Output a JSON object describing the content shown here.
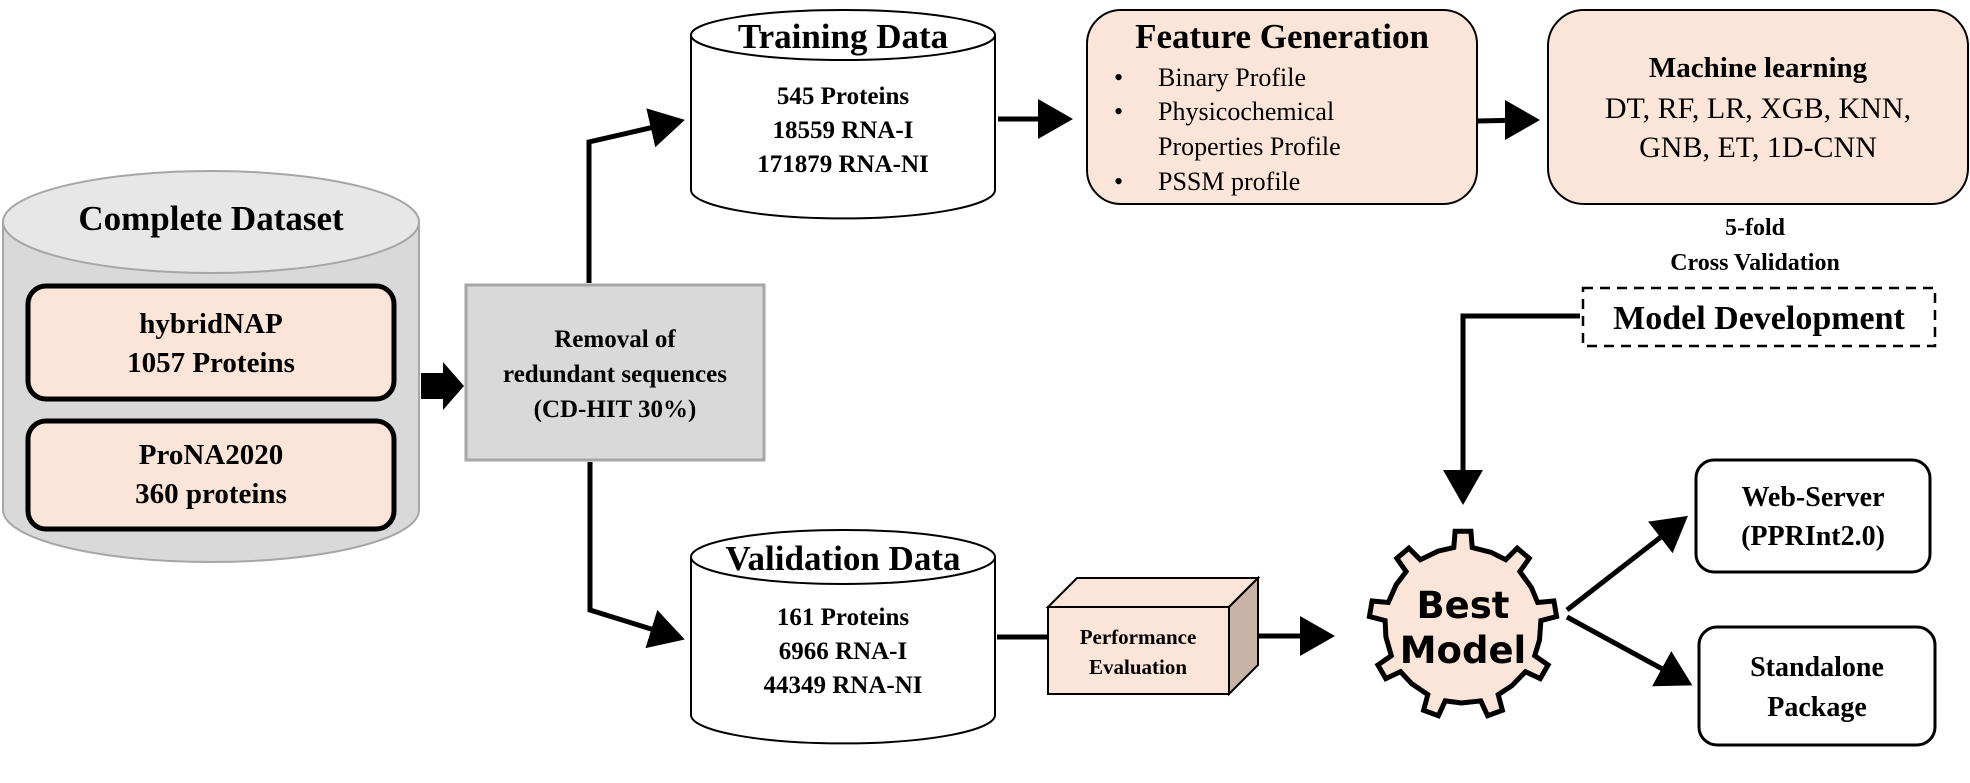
{
  "complete_dataset": {
    "title": "Complete Dataset",
    "sources": [
      {
        "name": "hybridNAP",
        "count": "1057 Proteins"
      },
      {
        "name": "ProNA2020",
        "count": "360 proteins"
      }
    ]
  },
  "redundancy_removal": {
    "lines": [
      "Removal of",
      "redundant sequences",
      "(CD-HIT 30%)"
    ]
  },
  "training_data": {
    "title": "Training Data",
    "lines": [
      "545 Proteins",
      "18559 RNA-I",
      "171879 RNA-NI"
    ]
  },
  "validation_data": {
    "title": "Validation Data",
    "lines": [
      "161 Proteins",
      "6966 RNA-I",
      "44349 RNA-NI"
    ]
  },
  "feature_generation": {
    "title": "Feature Generation",
    "bullet": "•",
    "items": [
      "Binary Profile",
      "Physicochemical",
      "Properties Profile",
      "PSSM profile"
    ]
  },
  "machine_learning": {
    "title": "Machine learning",
    "lines": [
      "DT, RF, LR, XGB, KNN,",
      "GNB, ET, 1D-CNN"
    ]
  },
  "cross_validation": {
    "lines": [
      "5-fold",
      "Cross Validation"
    ]
  },
  "model_development": {
    "label": "Model Development"
  },
  "performance_evaluation": {
    "lines": [
      "Performance",
      "Evaluation"
    ]
  },
  "best_model": {
    "lines": [
      "Best",
      "Model"
    ]
  },
  "outputs": {
    "web_server": [
      "Web-Server",
      "(PPRInt2.0)"
    ],
    "standalone": [
      "Standalone",
      "Package"
    ]
  },
  "colors": {
    "peach": "#fbe5d8",
    "grey_cylinder": "#d9d9d9",
    "grey_top": "#e7e7e7",
    "grey_box": "#d9d9d9",
    "cube_side": "#c9b3a6"
  }
}
